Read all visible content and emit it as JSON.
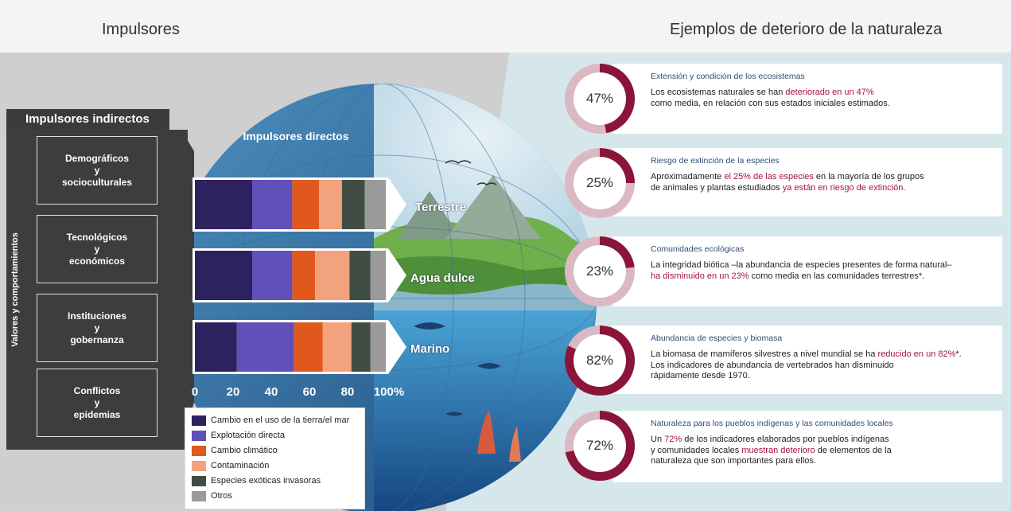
{
  "headers": {
    "left": "Impulsores",
    "right": "Ejemplos de deterioro de la naturaleza"
  },
  "indirect": {
    "title": "Impulsores indirectos",
    "side_label": "Valores y comportamientos",
    "items": [
      "Demográficos\ny\nsocioculturales",
      "Tecnológicos\ny\neconómicos",
      "Instituciones\ny\ngobernanza",
      "Conflictos\ny\nepidemias"
    ]
  },
  "chart_data": {
    "type": "bar",
    "orientation": "horizontal-stacked",
    "title": "Impulsores directos",
    "categories": [
      "Terrestre",
      "Agua dulce",
      "Marino"
    ],
    "x_ticks": [
      "0",
      "20",
      "40",
      "60",
      "80",
      "100%"
    ],
    "xlim": [
      0,
      100
    ],
    "series": [
      {
        "name": "Cambio en el uso de la tierra/el mar",
        "color": "#2e2160",
        "values": [
          30,
          30,
          22
        ]
      },
      {
        "name": "Explotación directa",
        "color": "#6050b8",
        "values": [
          21,
          21,
          30
        ]
      },
      {
        "name": "Cambio climático",
        "color": "#e0581e",
        "values": [
          14,
          12,
          15
        ]
      },
      {
        "name": "Contaminación",
        "color": "#f2a27c",
        "values": [
          12,
          18,
          15
        ]
      },
      {
        "name": "Especies exóticas invasoras",
        "color": "#404d44",
        "values": [
          12,
          11,
          10
        ]
      },
      {
        "name": "Otros",
        "color": "#9a9a9a",
        "values": [
          11,
          8,
          8
        ]
      }
    ]
  },
  "cards": [
    {
      "percent": 47,
      "label": "47%",
      "title": "Extensión y condición de los ecosistemas",
      "body": [
        {
          "t": "Los ecosistemas naturales se han "
        },
        {
          "t": "deteriorado en un 47%",
          "h": true
        },
        {
          "t": "\ncomo media, en relación con sus estados iniciales estimados."
        }
      ]
    },
    {
      "percent": 25,
      "label": "25%",
      "title": "Riesgo de extinción de la especies",
      "body": [
        {
          "t": "Aproximadamente "
        },
        {
          "t": "el 25% de las especies",
          "h": true
        },
        {
          "t": " en la mayoría de los grupos\nde animales y plantas estudiados "
        },
        {
          "t": "ya están en riesgo de extinción.",
          "h": true
        }
      ]
    },
    {
      "percent": 23,
      "label": "23%",
      "title": "Comunidades ecológicas",
      "body": [
        {
          "t": "La integridad biótica –la abundancia de especies presentes de forma natural–\n"
        },
        {
          "t": "ha disminuido en un 23%",
          "h": true
        },
        {
          "t": " como media en las comunidades terrestres*."
        }
      ]
    },
    {
      "percent": 82,
      "label": "82%",
      "title": "Abundancia de especies y biomasa",
      "body": [
        {
          "t": "La biomasa de mamíferos silvestres a nivel mundial se ha "
        },
        {
          "t": "reducido en un 82%",
          "h": true
        },
        {
          "t": "*.\nLos indicadores de abundancia de vertebrados han disminuido\nrápidamente desde 1970."
        }
      ]
    },
    {
      "percent": 72,
      "label": "72%",
      "title": "Naturaleza para los pueblos indígenas y las comunidades locales",
      "body": [
        {
          "t": "Un "
        },
        {
          "t": "72%",
          "h": true
        },
        {
          "t": " de los indicadores elaborados por pueblos indígenas\ny comunidades locales "
        },
        {
          "t": "muestran deterioro",
          "h": true
        },
        {
          "t": " de elementos de la\nnaturaleza que son importantes para ellos."
        }
      ]
    }
  ],
  "colors": {
    "ring_fill": "#8a1538",
    "ring_bg": "#dbb9c3",
    "highlight": "#a1153b",
    "title": "#2d4e73"
  }
}
